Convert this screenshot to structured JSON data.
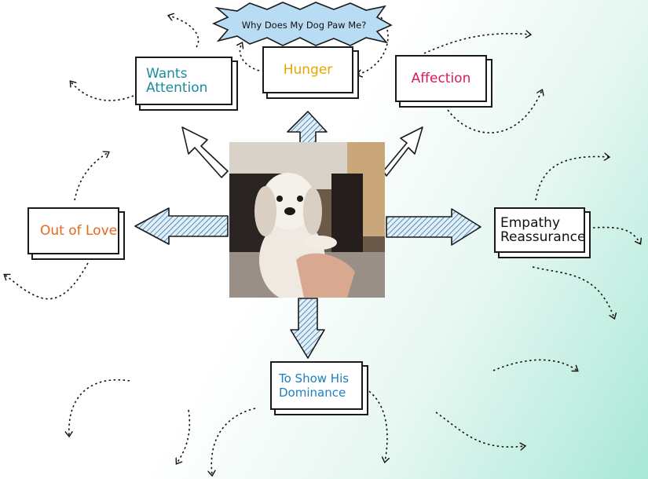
{
  "title": "Why Does My Dog Paw Me?",
  "reasons": {
    "wants_attention": {
      "line1": "Wants",
      "line2": "Attention",
      "color": "#1a8c9a"
    },
    "hunger": {
      "label": "Hunger",
      "color": "#e8a400"
    },
    "affection": {
      "label": "Affection",
      "color": "#d81b5a"
    },
    "out_of_love": {
      "label": "Out of Love",
      "color": "#e8661a"
    },
    "empathy": {
      "line1": "Empathy",
      "line2": "Reassurance",
      "color": "#111111"
    },
    "dominance": {
      "line1": "To Show His",
      "line2": "Dominance",
      "color": "#1a7fc0"
    }
  },
  "colors": {
    "arrow_fill": "#a8d4f2",
    "arrow_stroke": "#1a1a1a",
    "starburst_fill": "#b9dcf5"
  },
  "photo_subject": "dog pawing a human hand"
}
